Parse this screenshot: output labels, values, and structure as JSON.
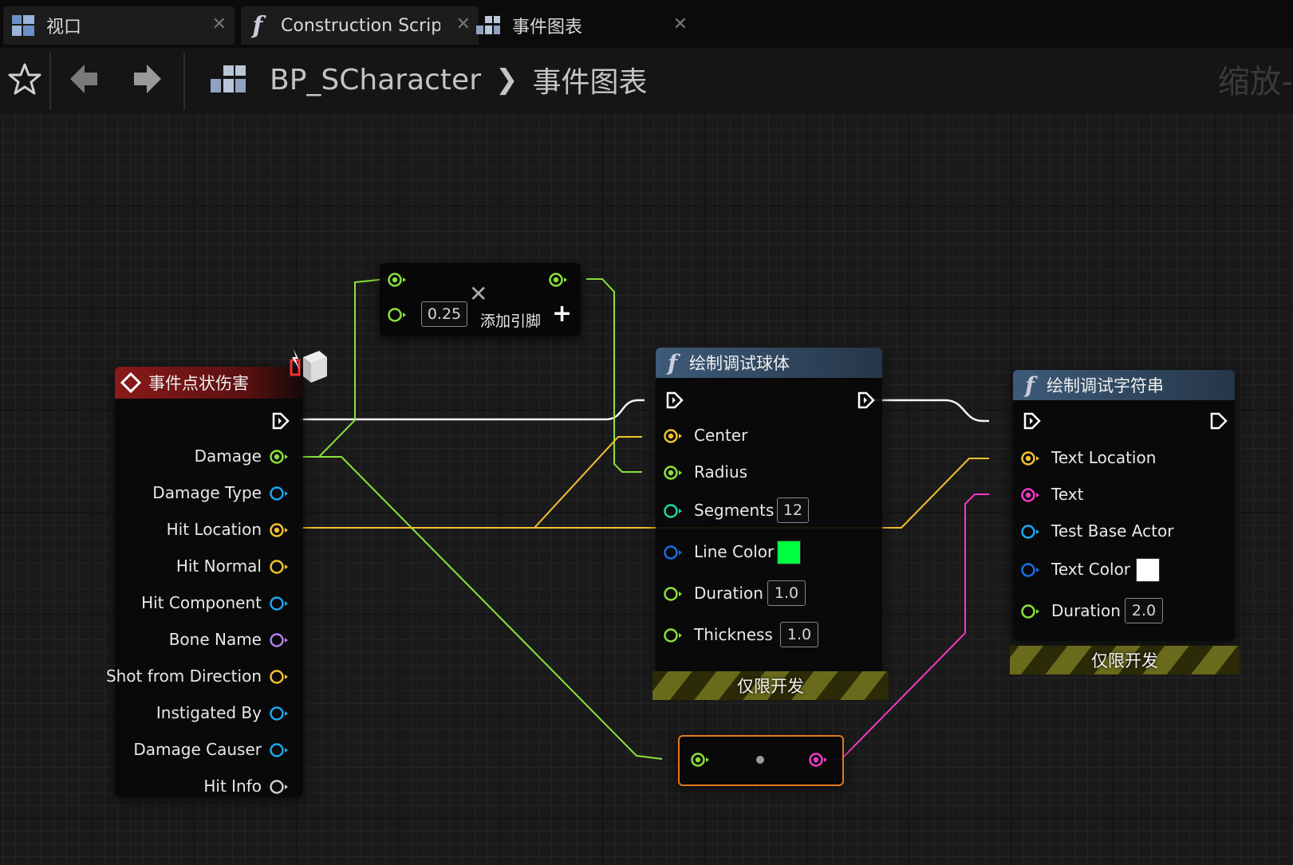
{
  "tabs": [
    {
      "label": "视口",
      "icon": "viewport-icon"
    },
    {
      "label": "Construction Scrip",
      "icon": "function-icon"
    },
    {
      "label": "事件图表",
      "icon": "event-graph-icon"
    }
  ],
  "toolbar": {
    "breadcrumb_blueprint": "BP_SCharacter",
    "breadcrumb_graph": "事件图表",
    "zoom_label": "缩放-"
  },
  "event_node": {
    "title": "事件点状伤害",
    "outputs": [
      {
        "label": "Damage",
        "type": "float"
      },
      {
        "label": "Damage Type",
        "type": "object"
      },
      {
        "label": "Hit Location",
        "type": "vector"
      },
      {
        "label": "Hit Normal",
        "type": "vector"
      },
      {
        "label": "Hit Component",
        "type": "object"
      },
      {
        "label": "Bone Name",
        "type": "name"
      },
      {
        "label": "Shot from Direction",
        "type": "vector"
      },
      {
        "label": "Instigated By",
        "type": "object"
      },
      {
        "label": "Damage Causer",
        "type": "object"
      },
      {
        "label": "Hit Info",
        "type": "struct"
      }
    ]
  },
  "multiply_node": {
    "value": "0.25",
    "add_pin_label": "添加引脚"
  },
  "sphere_node": {
    "title": "绘制调试球体",
    "inputs": [
      {
        "label": "Center"
      },
      {
        "label": "Radius"
      },
      {
        "label": "Segments",
        "value": "12"
      },
      {
        "label": "Line Color",
        "color": "#00ff40"
      },
      {
        "label": "Duration",
        "value": "1.0"
      },
      {
        "label": "Thickness",
        "value": "1.0"
      }
    ],
    "dev_only": "仅限开发"
  },
  "string_node": {
    "title": "绘制调试字符串",
    "inputs": [
      {
        "label": "Text Location"
      },
      {
        "label": "Text"
      },
      {
        "label": "Test Base Actor"
      },
      {
        "label": "Text Color",
        "color": "#ffffff"
      },
      {
        "label": "Duration",
        "value": "2.0"
      }
    ],
    "dev_only": "仅限开发"
  },
  "colors": {
    "float": "#8ae23a",
    "vector": "#f2c12e",
    "object": "#1aa8f0",
    "name": "#b77ce8",
    "string": "#f23ac6",
    "exec": "#ffffff",
    "event_header": "#8a1a1a",
    "function_header": "#3d5a78"
  }
}
